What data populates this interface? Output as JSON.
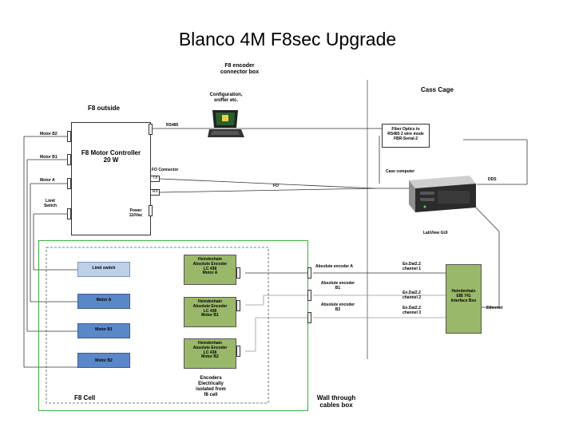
{
  "title": "Blanco 4M F8sec Upgrade",
  "encoder_box": {
    "line1": "F8 encoder",
    "line2": "connector box"
  },
  "cass_cage": "Cass Cage",
  "f8_outside": "F8 outside",
  "config": {
    "line1": "Configuration,",
    "line2": "sniffer etc."
  },
  "rs485": "RS485",
  "controller": {
    "line1": "F8 Motor Controller",
    "line2": "20 W"
  },
  "fo_connector": "FO Connector",
  "tx": "TX",
  "rx": "RX",
  "fo": "FO",
  "power": {
    "line1": "Power",
    "line2": "110Vac"
  },
  "left_labels": [
    "Motor B2",
    "Motor B1",
    "Motor A",
    "Limit",
    "Switch"
  ],
  "fiber": {
    "line1": "Fiber Optics to",
    "line2": "RS485 2 wire mode",
    "line3": "FBR-Serial-2"
  },
  "case_computer": "Case computer",
  "dds": "DDS",
  "labview": "LabView GUI",
  "cell_items": {
    "limit_switch": "Limit switch",
    "motor_a": "Motor A",
    "motor_b1": "Motor B1",
    "motor_b2": "Motor B2"
  },
  "encoders": [
    {
      "l1": "Heindenhain",
      "l2": "Absolute Encoder",
      "l3": "LC 438",
      "l4": "Motor A"
    },
    {
      "l1": "Heindenhain",
      "l2": "Absolute Encoder",
      "l3": "LC 438",
      "l4": "Motor B1"
    },
    {
      "l1": "Heindenhain",
      "l2": "Absolute Encoder",
      "l3": "LC 438",
      "l4": "Motor B2"
    }
  ],
  "isolation": {
    "l1": "Encoders",
    "l2": "Electrically",
    "l3": "isolated from",
    "l4": "f8 cell"
  },
  "f8_cell": "F8 Cell",
  "abs_enc_a": "Absolute encoder A",
  "abs_enc_b1": {
    "l1": "Absolute encoder",
    "l2": "B1"
  },
  "abs_enc_b2": {
    "l1": "Absolute encoder",
    "l2": "B2"
  },
  "endat": [
    {
      "l1": "En.Dat2.2",
      "l2": "channel 1"
    },
    {
      "l1": "En.Dat2.2",
      "l2": "channel 2"
    },
    {
      "l1": "En.Dat2.2",
      "l2": "channel 3"
    }
  ],
  "eib": {
    "l1": "Heindenhain",
    "l2": "EIB 741",
    "l3": "Interface Box"
  },
  "ethernet": "Ethernet",
  "wall": {
    "l1": "Wall through",
    "l2": "cables box"
  }
}
